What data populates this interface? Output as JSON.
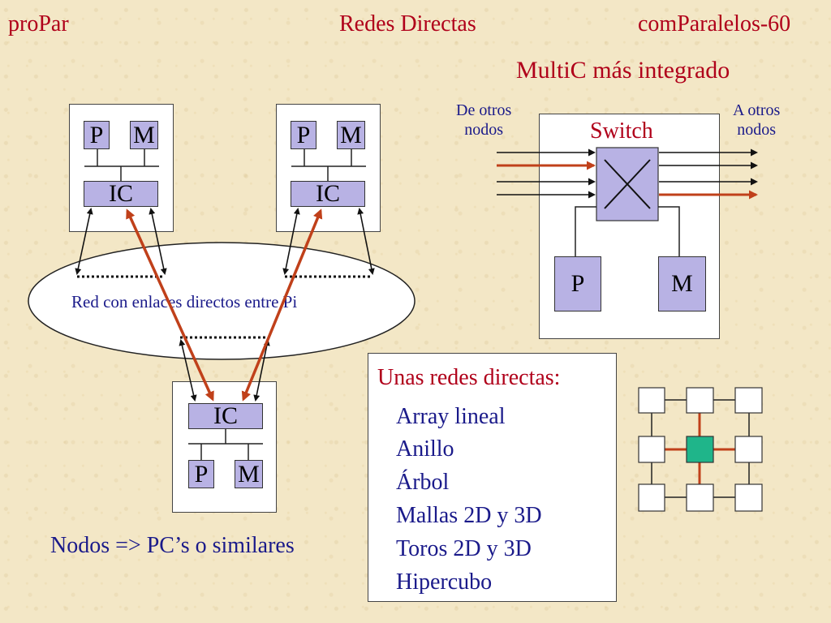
{
  "header": {
    "left": "proPar",
    "center": "Redes Directas",
    "right": "comParalelos-60"
  },
  "subtitle": "MultiC más integrado",
  "switch_diagram": {
    "in_label": "De otros\nnodos",
    "out_label": "A otros\nnodos",
    "switch_label": "Switch",
    "p": "P",
    "m": "M"
  },
  "nodes": {
    "p": "P",
    "m": "M",
    "ic": "IC"
  },
  "network_label": "Red con enlaces directos entre Pi",
  "footer_note": "Nodos => PC’s o similares",
  "list": {
    "heading": "Unas redes directas:",
    "items": [
      "Array lineal",
      "Anillo",
      "Árbol",
      "Mallas 2D y 3D",
      "Toros 2D y 3D",
      "Hipercubo"
    ]
  },
  "colors": {
    "header": "#b0001a",
    "cell": "#b8b2e4",
    "arrow_highlight": "#c0401a",
    "mesh_center": "#1fb58a"
  }
}
